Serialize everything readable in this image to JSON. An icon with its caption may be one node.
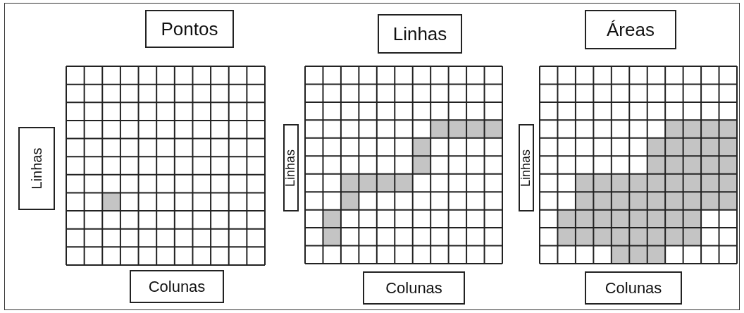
{
  "diagram": {
    "nodes": [
      {
        "text": [
          "Pontos"
        ]
      },
      {
        "text": [
          "Linhas"
        ]
      },
      {
        "text": [
          "Colunas"
        ]
      },
      {
        "text": [
          "Linhas"
        ]
      },
      {
        "text": [
          "Linhas"
        ]
      },
      {
        "text": [
          "Colunas"
        ]
      },
      {
        "text": [
          "Áreas"
        ]
      },
      {
        "text": [
          "Linhas"
        ]
      },
      {
        "text": [
          "Colunas"
        ]
      }
    ]
  }
}
